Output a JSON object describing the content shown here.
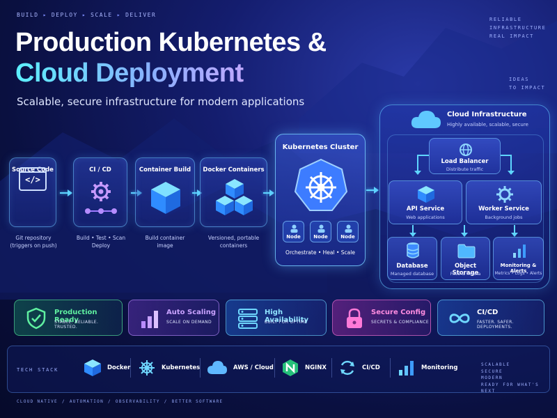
{
  "header": {
    "breadcrumbs": [
      "BUILD",
      "DEPLOY",
      "SCALE",
      "DELIVER"
    ],
    "title_line1": "Production Kubernetes &",
    "title_line2": "Cloud Deployment",
    "subtitle": "Scalable, secure infrastructure for modern applications",
    "side_note_top": [
      "RELIABLE",
      "INFRASTRUCTURE",
      "REAL IMPACT"
    ],
    "side_note_mid": [
      "IDEAS",
      "TO IMPACT"
    ]
  },
  "pipeline": [
    {
      "title": "Source Code",
      "desc": [
        "Git repository",
        "(triggers on push)"
      ],
      "icon": "code-window-icon"
    },
    {
      "title": "CI / CD",
      "desc": [
        "Build • Test • Scan",
        "Deploy"
      ],
      "icon": "gear-icon"
    },
    {
      "title": "Container Build",
      "desc": [
        "Build container",
        "image"
      ],
      "icon": "cube-icon"
    },
    {
      "title": "Docker Containers",
      "desc": [
        "Versioned, portable",
        "containers"
      ],
      "icon": "stacked-cubes-icon"
    }
  ],
  "cluster": {
    "title": "Kubernetes Cluster",
    "nodes": [
      "Node",
      "Node",
      "Node"
    ],
    "desc": "Orchestrate • Heal • Scale"
  },
  "cloud": {
    "title": "Cloud Infrastructure",
    "subtitle": "Highly available, scalable, secure",
    "load_balancer": {
      "title": "Load Balancer",
      "sub": "Distribute traffic"
    },
    "api_service": {
      "title": "API Service",
      "sub": "Web applications"
    },
    "worker_service": {
      "title": "Worker Service",
      "sub": "Background jobs"
    },
    "database": {
      "title": "Database",
      "sub": "Managed database"
    },
    "object_storage": {
      "title": "Object Storage",
      "sub": "Files & media"
    },
    "monitoring": {
      "title": "Monitoring & Alerts",
      "sub": "Metrics • Logs • Alerts"
    }
  },
  "features": [
    {
      "title": "Production Ready",
      "sub": "STABLE. RELIABLE. TRUSTED.",
      "color": "#5ff0a0"
    },
    {
      "title": "Auto Scaling",
      "sub": "SCALE ON DEMAND",
      "color": "#b98cff"
    },
    {
      "title": "High Availability",
      "sub": "BUILT FOR UPTIME",
      "color": "#6fd8ff"
    },
    {
      "title": "Secure Config",
      "sub": "SECRETS & COMPLIANCE",
      "color": "#ff7ad8"
    },
    {
      "title": "CI/CD",
      "sub": "FASTER. SAFER. DEPLOYMENTS.",
      "color": "#6fd8ff"
    }
  ],
  "tech_stack": {
    "label": "TECH STACK",
    "items": [
      "Docker",
      "Kubernetes",
      "AWS / Cloud",
      "NGINX",
      "CI/CD",
      "Monitoring"
    ],
    "tagline": [
      "SCALABLE",
      "SECURE",
      "MODERN",
      "READY FOR WHAT'S NEXT"
    ]
  },
  "footer": [
    "CLOUD NATIVE",
    "AUTOMATION",
    "OBSERVABILITY",
    "BETTER SOFTWARE"
  ]
}
